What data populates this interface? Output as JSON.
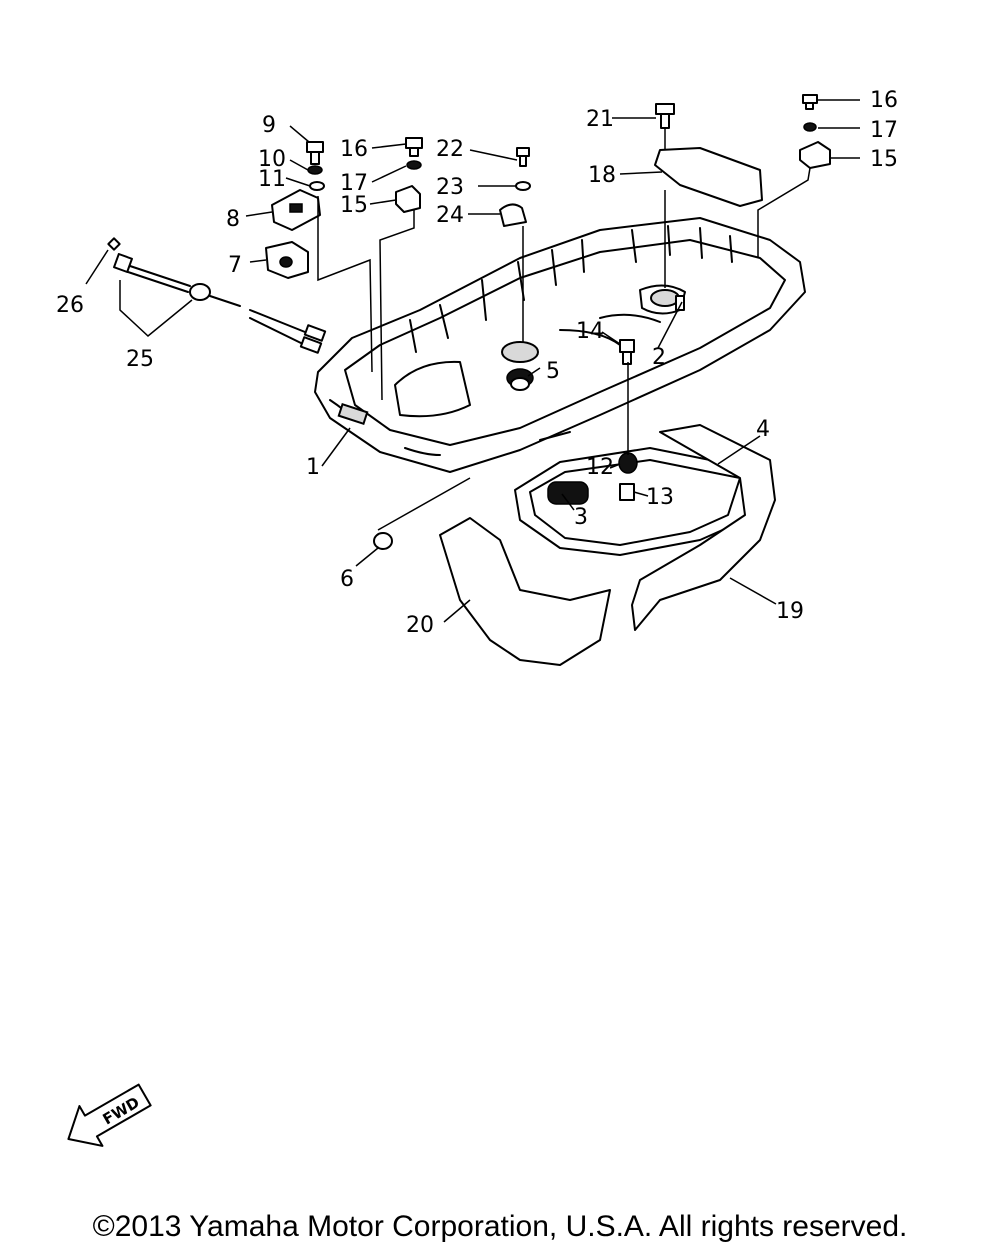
{
  "callouts": {
    "c1": "1",
    "c2": "2",
    "c3": "3",
    "c4": "4",
    "c5": "5",
    "c6": "6",
    "c7": "7",
    "c8": "8",
    "c9": "9",
    "c10": "10",
    "c11": "11",
    "c12": "12",
    "c13": "13",
    "c14": "14",
    "c15a": "15",
    "c15b": "15",
    "c16a": "16",
    "c16b": "16",
    "c17a": "17",
    "c17b": "17",
    "c18": "18",
    "c19": "19",
    "c20": "20",
    "c21": "21",
    "c22": "22",
    "c23": "23",
    "c24": "24",
    "c25": "25",
    "c26": "26"
  },
  "fwd_label": "FWD",
  "copyright": "©2013 Yamaha Motor Corporation, U.S.A. All rights reserved."
}
